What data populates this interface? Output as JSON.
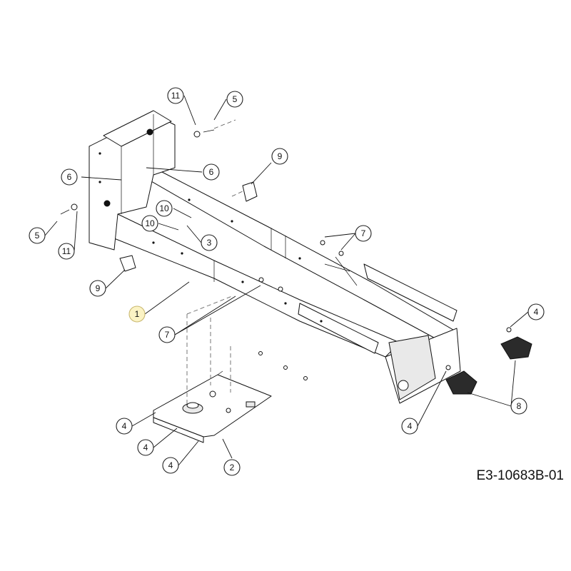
{
  "callouts": [
    {
      "label": "11"
    },
    {
      "label": "5"
    },
    {
      "label": "9"
    },
    {
      "label": "6"
    },
    {
      "label": "6"
    },
    {
      "label": "10"
    },
    {
      "label": "10"
    },
    {
      "label": "5"
    },
    {
      "label": "11"
    },
    {
      "label": "3"
    },
    {
      "label": "7"
    },
    {
      "label": "9"
    },
    {
      "label": "1"
    },
    {
      "label": "7"
    },
    {
      "label": "4"
    },
    {
      "label": "8"
    },
    {
      "label": "4"
    },
    {
      "label": "4"
    },
    {
      "label": "4"
    },
    {
      "label": "4"
    },
    {
      "label": "2"
    }
  ],
  "document_code": "E3-10683B-01",
  "colors": {
    "line": "#111111",
    "highlight": "#fbf3c4"
  }
}
